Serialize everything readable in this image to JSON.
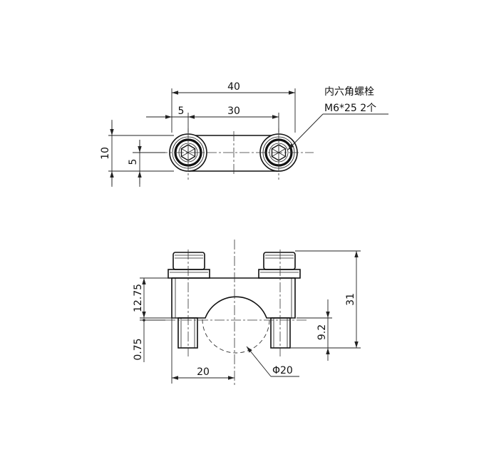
{
  "top_view": {
    "overall_width": "40",
    "edge_offset": "5",
    "bolt_spacing": "30",
    "height": "10",
    "half_height": "5",
    "callout_name": "内六角螺栓",
    "callout_spec": "M6*25 2个"
  },
  "front_view": {
    "overall_height": "31",
    "body_height": "12.75",
    "gap": "0.75",
    "bolt_length": "9.2",
    "half_width": "20",
    "bore_diameter": "Φ20"
  }
}
